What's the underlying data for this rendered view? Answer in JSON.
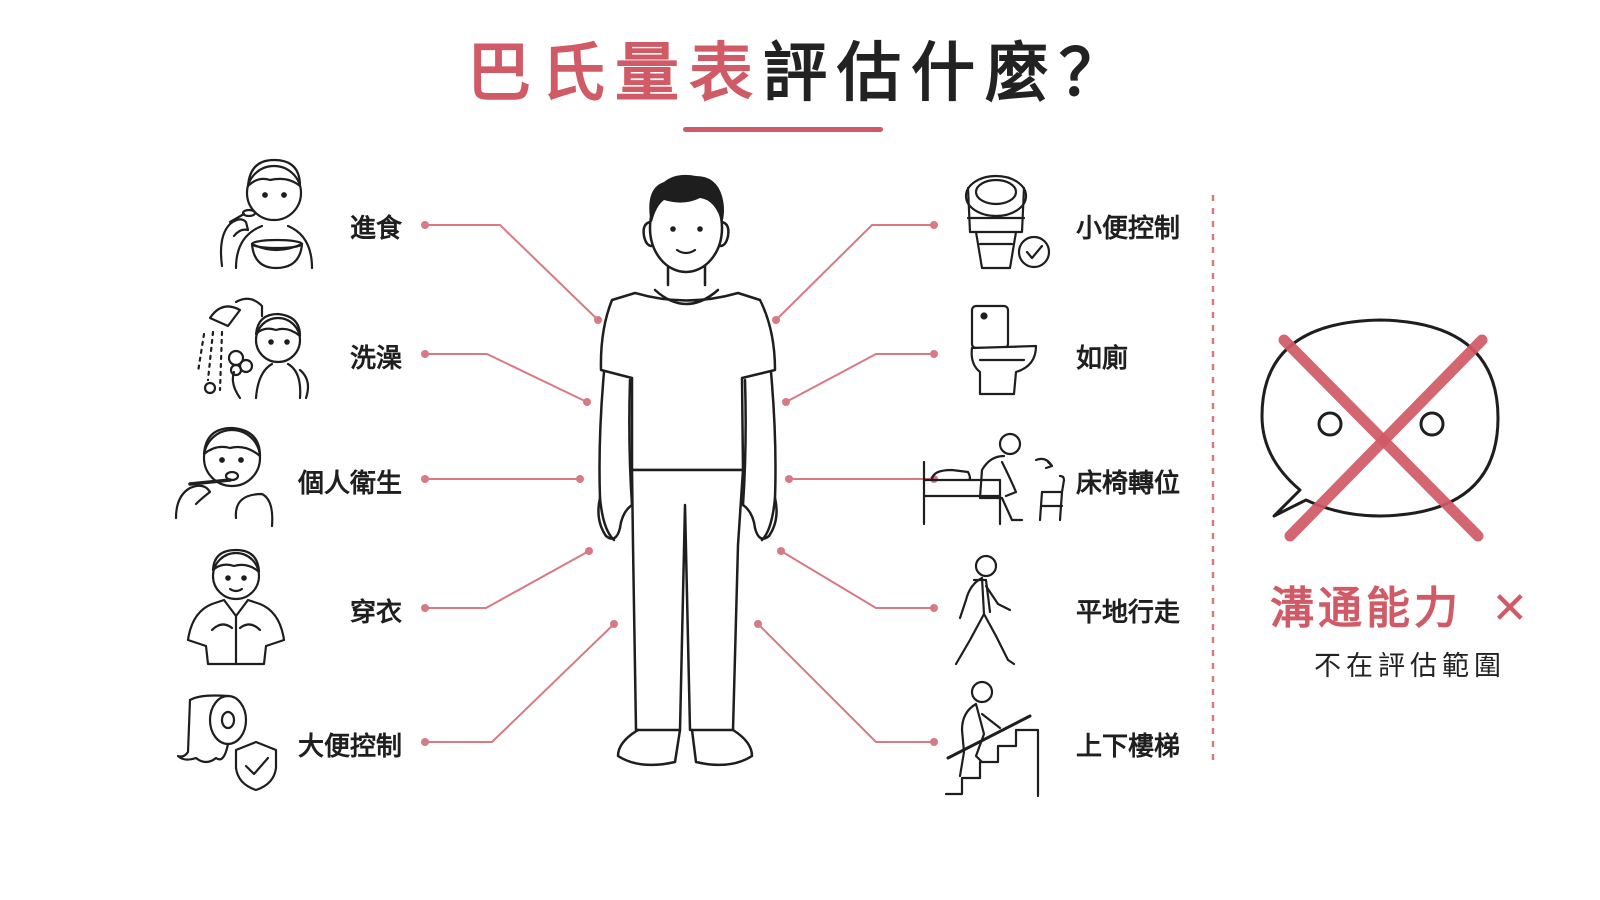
{
  "header": {
    "title_accent": "巴氏量表",
    "title_rest": "評估什麼？"
  },
  "left_items": [
    {
      "label": "進食",
      "icon": "eating-icon"
    },
    {
      "label": "洗澡",
      "icon": "shower-icon"
    },
    {
      "label": "個人衛生",
      "icon": "toothbrush-icon"
    },
    {
      "label": "穿衣",
      "icon": "dressing-icon"
    },
    {
      "label": "大便控制",
      "icon": "toilet-paper-shield-icon"
    }
  ],
  "right_items": [
    {
      "label": "小便控制",
      "icon": "toilet-check-icon"
    },
    {
      "label": "如廁",
      "icon": "toilet-icon"
    },
    {
      "label": "床椅轉位",
      "icon": "bed-chair-transfer-icon"
    },
    {
      "label": "平地行走",
      "icon": "walking-icon"
    },
    {
      "label": "上下樓梯",
      "icon": "stairs-icon"
    }
  ],
  "exclusion": {
    "title": "溝通能力",
    "mark": "✕",
    "subtitle": "不在評估範圍",
    "icon": "speech-bubble-crossed-icon"
  },
  "colors": {
    "accent": "#d05a66",
    "ink": "#222222"
  }
}
